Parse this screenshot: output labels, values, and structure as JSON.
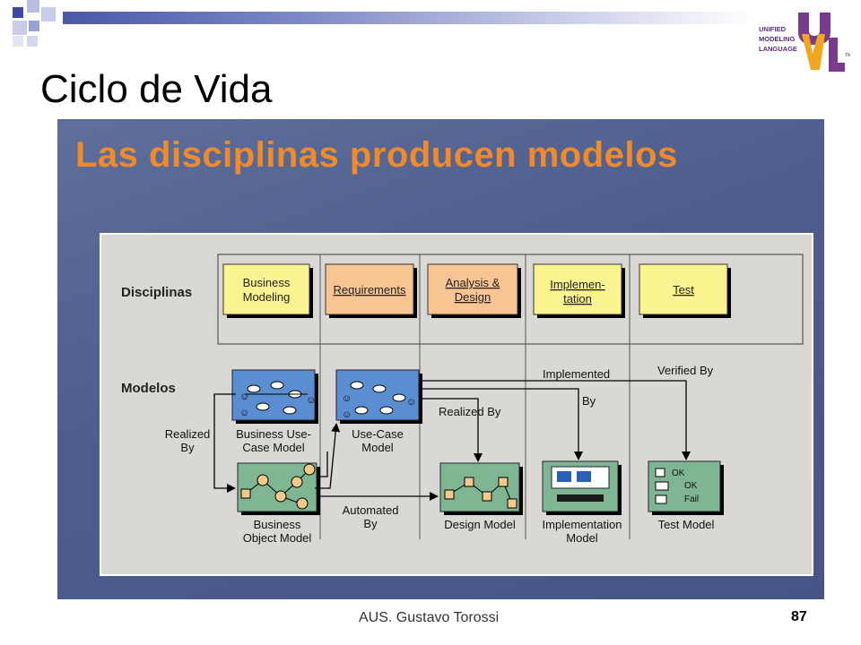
{
  "slide": {
    "title": "Ciclo de Vida",
    "footer": "AUS. Gustavo Torossi",
    "page_number": "87"
  },
  "logo": {
    "line1": "UNIFIED",
    "line2": "MODELING",
    "line3": "LANGUAGE",
    "tm": "TM",
    "icon": "uml-logo-icon"
  },
  "screenshot": {
    "heading": "Las disciplinas producen modelos",
    "row_labels": {
      "disciplines": "Disciplinas",
      "models": "Modelos"
    },
    "disciplines": [
      {
        "line1": "Business",
        "line2": "Modeling",
        "color": "#fbf38f"
      },
      {
        "line1": "Requirements",
        "line2": "",
        "color": "#f9c493"
      },
      {
        "line1": "Analysis &",
        "line2": "Design",
        "color": "#f9c493"
      },
      {
        "line1": "Implemen-",
        "line2": "tation",
        "color": "#fbf38f"
      },
      {
        "line1": "Test",
        "line2": "",
        "color": "#fbf38f"
      }
    ],
    "models": {
      "business_use_case": {
        "line1": "Business Use-",
        "line2": "Case Model"
      },
      "use_case": {
        "line1": "Use-Case",
        "line2": "Model"
      },
      "business_object": {
        "line1": "Business",
        "line2": "Object Model"
      },
      "design": {
        "line1": "Design Model",
        "line2": ""
      },
      "implementation": {
        "line1": "Implementation",
        "line2": "Model"
      },
      "test": {
        "line1": "Test Model",
        "line2": ""
      }
    },
    "arrow_labels": {
      "realized_by_left_1": "Realized",
      "realized_by_left_2": "By",
      "realized_by_1": "Realized By",
      "implemented_by_1": "Implemented",
      "implemented_by_2": "By",
      "verified_by": "Verified By",
      "automated_by_1": "Automated",
      "automated_by_2": "By"
    },
    "test_model_labels": {
      "ok1": "OK",
      "ok2": "OK",
      "fail": "Fail"
    },
    "colors": {
      "use_case_blue": "#5b8ed0",
      "model_green": "#7fb593",
      "orange_title": "#f08a2a"
    }
  }
}
